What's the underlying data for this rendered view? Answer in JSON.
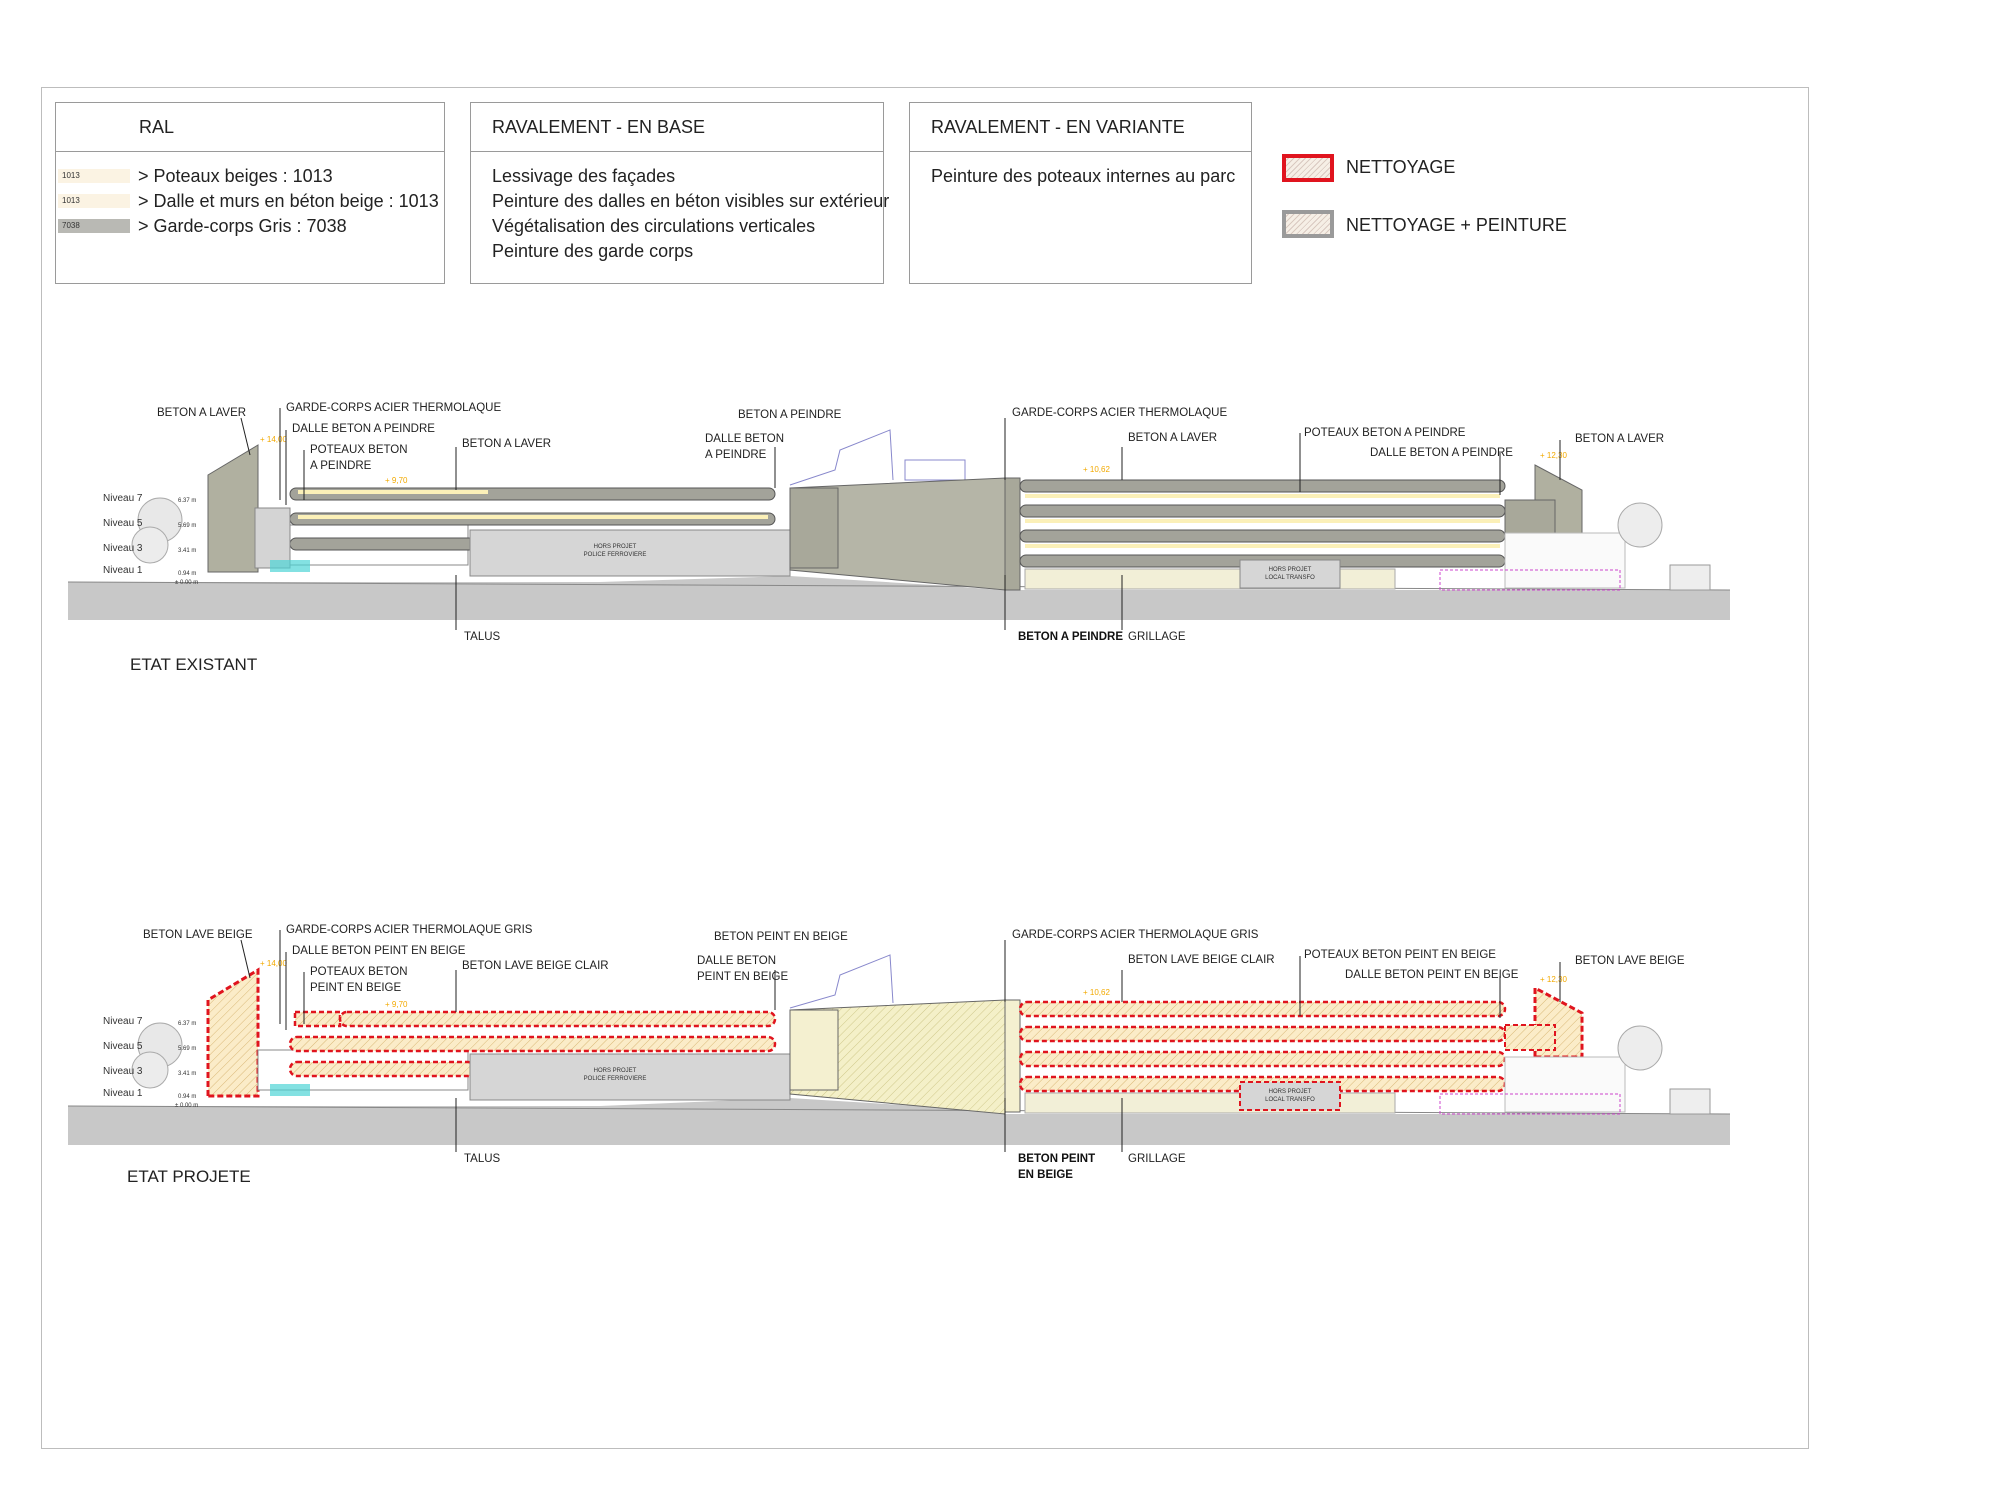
{
  "ral": {
    "title": "RAL",
    "items": [
      {
        "code": "1013",
        "text": "> Poteaux beiges : 1013",
        "color": "#fbf3e3"
      },
      {
        "code": "1013",
        "text": "> Dalle et murs en béton beige : 1013",
        "color": "#fbf3e3"
      },
      {
        "code": "7038",
        "text": "> Garde-corps Gris : 7038",
        "color": "#b9b9b4"
      }
    ]
  },
  "base": {
    "title": "RAVALEMENT - EN BASE",
    "lines": [
      "Lessivage des façades",
      "Peinture des dalles en béton visibles sur extérieur",
      "Végétalisation des circulations verticales",
      "Peinture des garde corps"
    ]
  },
  "variante": {
    "title": "RAVALEMENT - EN VARIANTE",
    "lines": [
      "Peinture des poteaux internes au parc"
    ]
  },
  "legend": {
    "nettoyage": "NETTOYAGE",
    "nettoyage_peinture": "NETTOYAGE + PEINTURE",
    "red": "#e0141e",
    "grey": "#9a9a9a"
  },
  "levels": {
    "n7": "Niveau 7",
    "n5": "Niveau 5",
    "n3": "Niveau 3",
    "n1": "Niveau 1",
    "d7": "6.37 m",
    "d5": "5.69 m",
    "d3": "3.41 m",
    "d1": "0.94 m",
    "d0": "± 0.00 m"
  },
  "elev": {
    "e1": "+ 14,00",
    "e2": "+ 9,70",
    "e3": "+ 10,62",
    "e4": "+ 12,30"
  },
  "hors": {
    "police1": "HORS PROJET",
    "police2": "POLICE FERROVIERE",
    "transfo1": "HORS PROJET",
    "transfo2": "LOCAL TRANSFO"
  },
  "existant": {
    "state": "ETAT EXISTANT",
    "l1": "BETON A LAVER",
    "l2": "GARDE-CORPS ACIER THERMOLAQUE",
    "l3": "DALLE BETON A PEINDRE",
    "l4a": "POTEAUX BETON",
    "l4b": "A PEINDRE",
    "l5": "BETON A LAVER",
    "l6": "BETON A PEINDRE",
    "l7a": "DALLE BETON",
    "l7b": "A PEINDRE",
    "l8": "GARDE-CORPS ACIER THERMOLAQUE",
    "l9": "BETON A LAVER",
    "l10": "POTEAUX BETON A PEINDRE",
    "l11": "DALLE BETON A PEINDRE",
    "l12": "BETON A LAVER",
    "b1": "TALUS",
    "b2a": "BETON A PEINDRE",
    "b3": "GRILLAGE"
  },
  "projete": {
    "state": "ETAT PROJETE",
    "l1": "BETON LAVE BEIGE",
    "l2": "GARDE-CORPS ACIER THERMOLAQUE GRIS",
    "l3": "DALLE BETON PEINT EN BEIGE",
    "l4a": "POTEAUX BETON",
    "l4b": "PEINT EN BEIGE",
    "l5": "BETON LAVE BEIGE CLAIR",
    "l6": "BETON PEINT EN BEIGE",
    "l7a": "DALLE BETON",
    "l7b": "PEINT EN BEIGE",
    "l8": "GARDE-CORPS ACIER THERMOLAQUE GRIS",
    "l9": "BETON LAVE BEIGE CLAIR",
    "l10": "POTEAUX BETON PEINT EN BEIGE",
    "l11": "DALLE BETON PEINT EN BEIGE",
    "l12": "BETON LAVE BEIGE",
    "b1": "TALUS",
    "b2a": "BETON PEINT",
    "b2b": "EN BEIGE",
    "b3": "GRILLAGE"
  }
}
